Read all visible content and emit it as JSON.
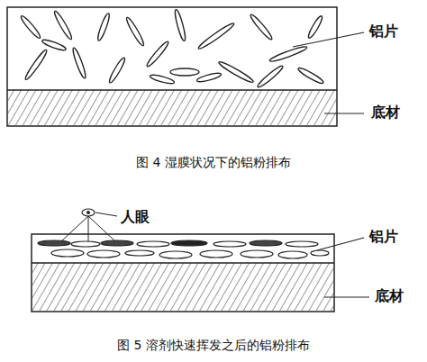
{
  "diagram": {
    "labels": [
      "铝片",
      "底材",
      "图 4 湿膜状况下的铝粉排布",
      "人眼",
      "铝片",
      "底材",
      "图 5 溶剂快速挥发之后的铝粉排布"
    ]
  }
}
